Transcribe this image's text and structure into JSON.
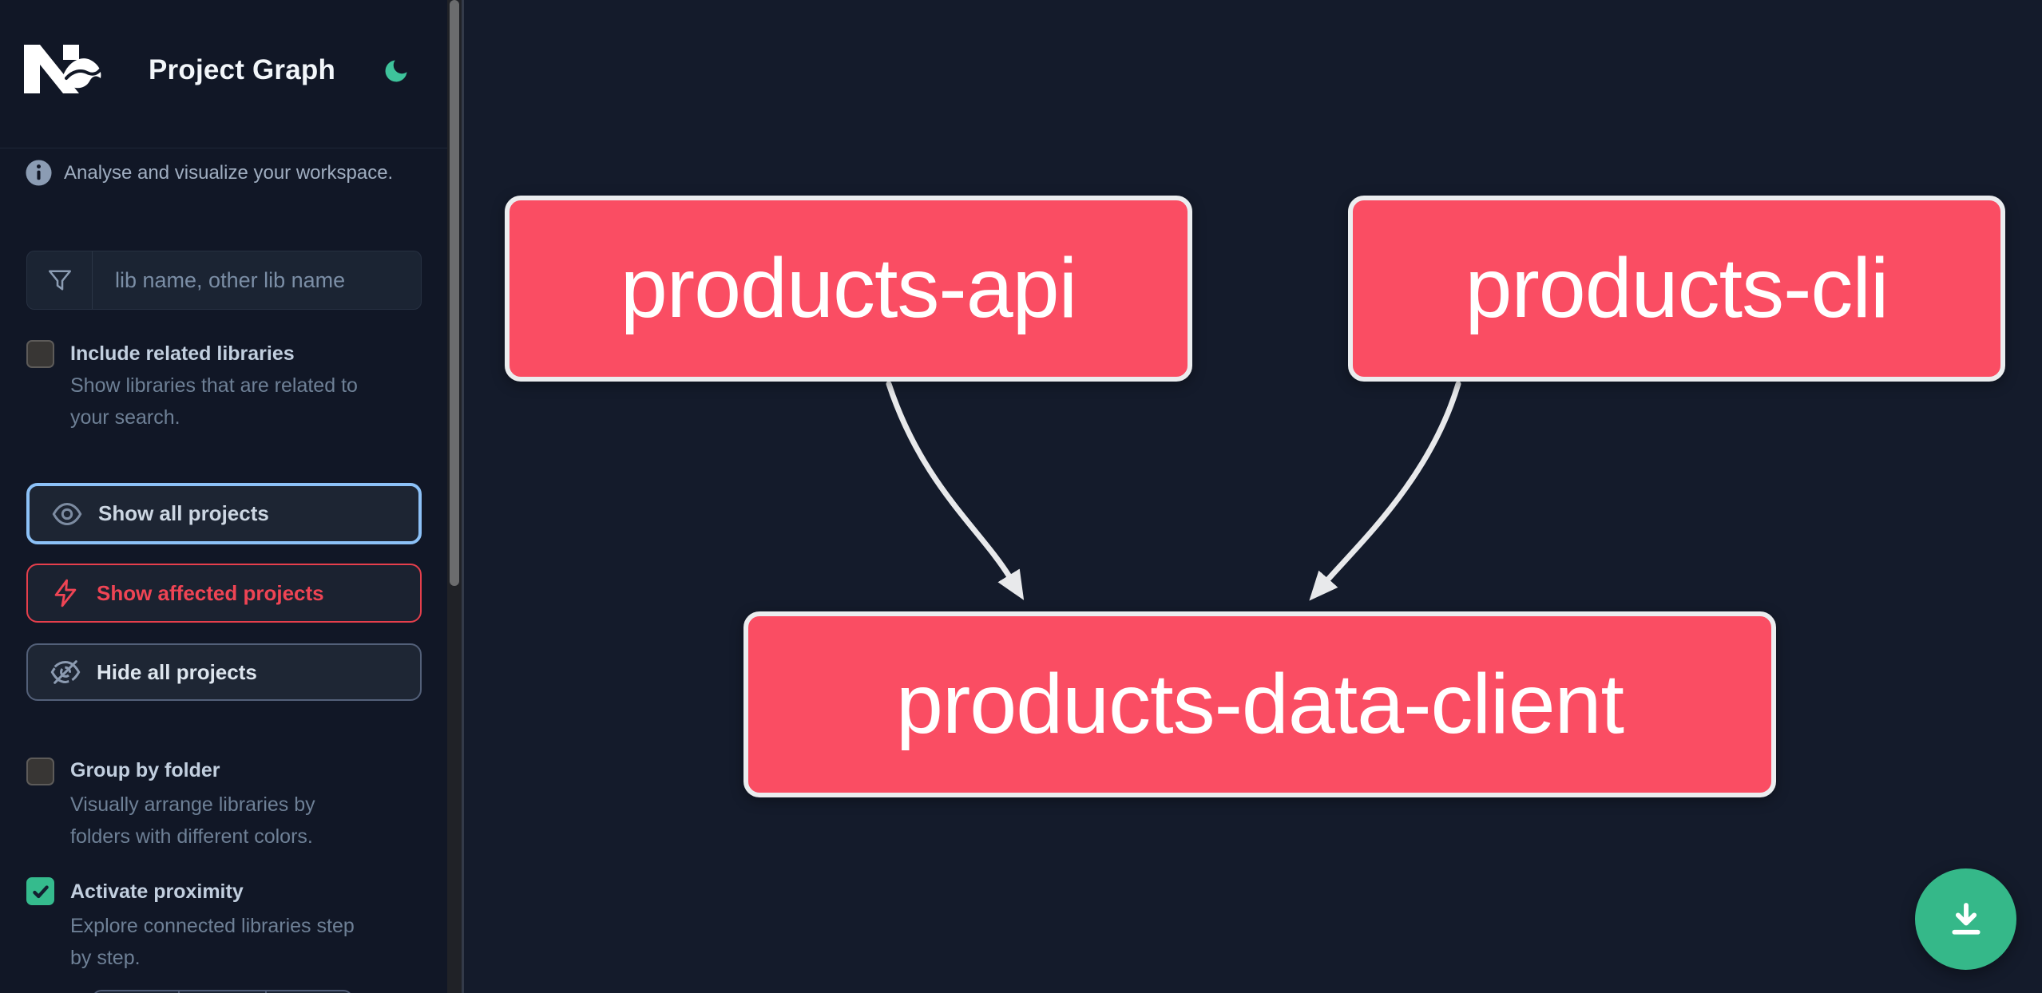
{
  "header": {
    "title": "Project Graph",
    "logo_icon": "nx-logo",
    "theme_icon": "moon-icon"
  },
  "sidebar": {
    "tagline": "Analyse and visualize your workspace.",
    "search": {
      "placeholder": "lib name, other lib name",
      "icon": "funnel-icon"
    },
    "checkboxes": [
      {
        "id": "include-related-libraries",
        "label": "Include related libraries",
        "checked": false,
        "description_lines": [
          "Show libraries that are related to",
          "your search."
        ]
      },
      {
        "id": "group-by-folder",
        "label": "Group by folder",
        "checked": false,
        "description_lines": [
          "Visually arrange libraries by",
          "folders with different colors."
        ]
      },
      {
        "id": "activate-proximity",
        "label": "Activate proximity",
        "checked": true,
        "description_lines": [
          "Explore connected libraries step",
          "by step."
        ]
      }
    ],
    "buttons": [
      {
        "id": "show-all-projects",
        "label": "Show all projects",
        "icon": "eye-icon",
        "accent": "#8cc1f7"
      },
      {
        "id": "show-affected-projects",
        "label": "Show affected projects",
        "icon": "bolt-icon",
        "accent": "#ef4454"
      },
      {
        "id": "hide-all-projects",
        "label": "Hide all projects",
        "icon": "eye-off-icon",
        "accent": "#536079"
      }
    ]
  },
  "graph": {
    "nodes": [
      {
        "id": "products-api",
        "label": "products-api"
      },
      {
        "id": "products-cli",
        "label": "products-cli"
      },
      {
        "id": "products-data-client",
        "label": "products-data-client"
      }
    ],
    "edges": [
      {
        "from": "products-api",
        "to": "products-data-client"
      },
      {
        "from": "products-cli",
        "to": "products-data-client"
      }
    ],
    "node_fill": "#fa4d63",
    "node_border": "#ebedef",
    "edge_color": "#e8e9eb"
  },
  "fab": {
    "icon": "download-icon",
    "color": "#35b889"
  },
  "colors": {
    "sidebar_bg": "#111726",
    "canvas_bg": "#141b2b",
    "accent_green": "#35bb8d",
    "moon_green": "#3ec39b",
    "show_all_border": "#8cc1f7",
    "affected_red": "#ef4454",
    "label_text": "#c2cfdf",
    "description_text": "#6e8096"
  }
}
